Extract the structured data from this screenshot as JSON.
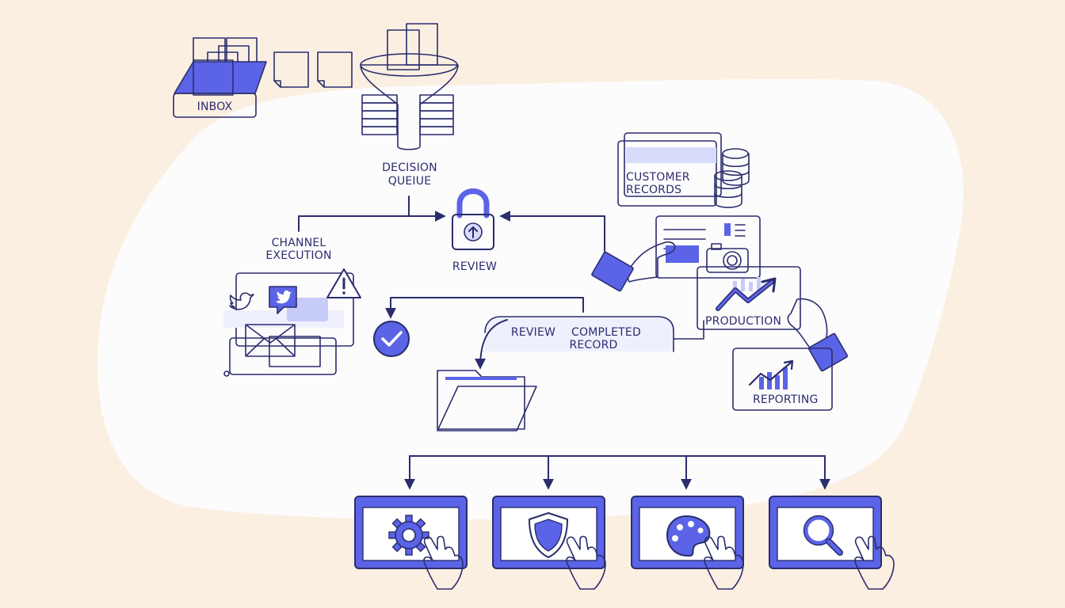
{
  "labels": {
    "inbox": "INBOX",
    "decision_queue_1": "DECISION",
    "decision_queue_2": "QUEIUE",
    "review": "REVIEW",
    "channel_execution_1": "CHANNEL",
    "channel_execution_2": "EXECUTION",
    "customer_records_1": "CUSTOMER",
    "customer_records_2": "RECORDS",
    "review_record": "REVIEW",
    "completed_record_1": "COMPLETED",
    "completed_record_2": "RECORD",
    "production": "PRODUCTION",
    "reporting": "REPORTING"
  },
  "icons": {
    "inbox": "inbox-tray-icon",
    "funnel": "funnel-icon",
    "lock": "padlock-icon",
    "checkmark": "check-circle-icon",
    "folder": "folder-icon",
    "twitter": "twitter-bird-icon",
    "warning": "warning-icon",
    "mail": "envelope-icon",
    "database": "database-icon",
    "camera": "camera-icon",
    "settings": "gear-icon",
    "security": "shield-icon",
    "theme": "palette-icon",
    "search": "magnifier-icon"
  },
  "colors": {
    "accent": "#5b63e6",
    "ink": "#2b2d6e",
    "light_accent": "#d9dbfb",
    "background": "#fbefe1",
    "blob": "#fdfcfd"
  }
}
